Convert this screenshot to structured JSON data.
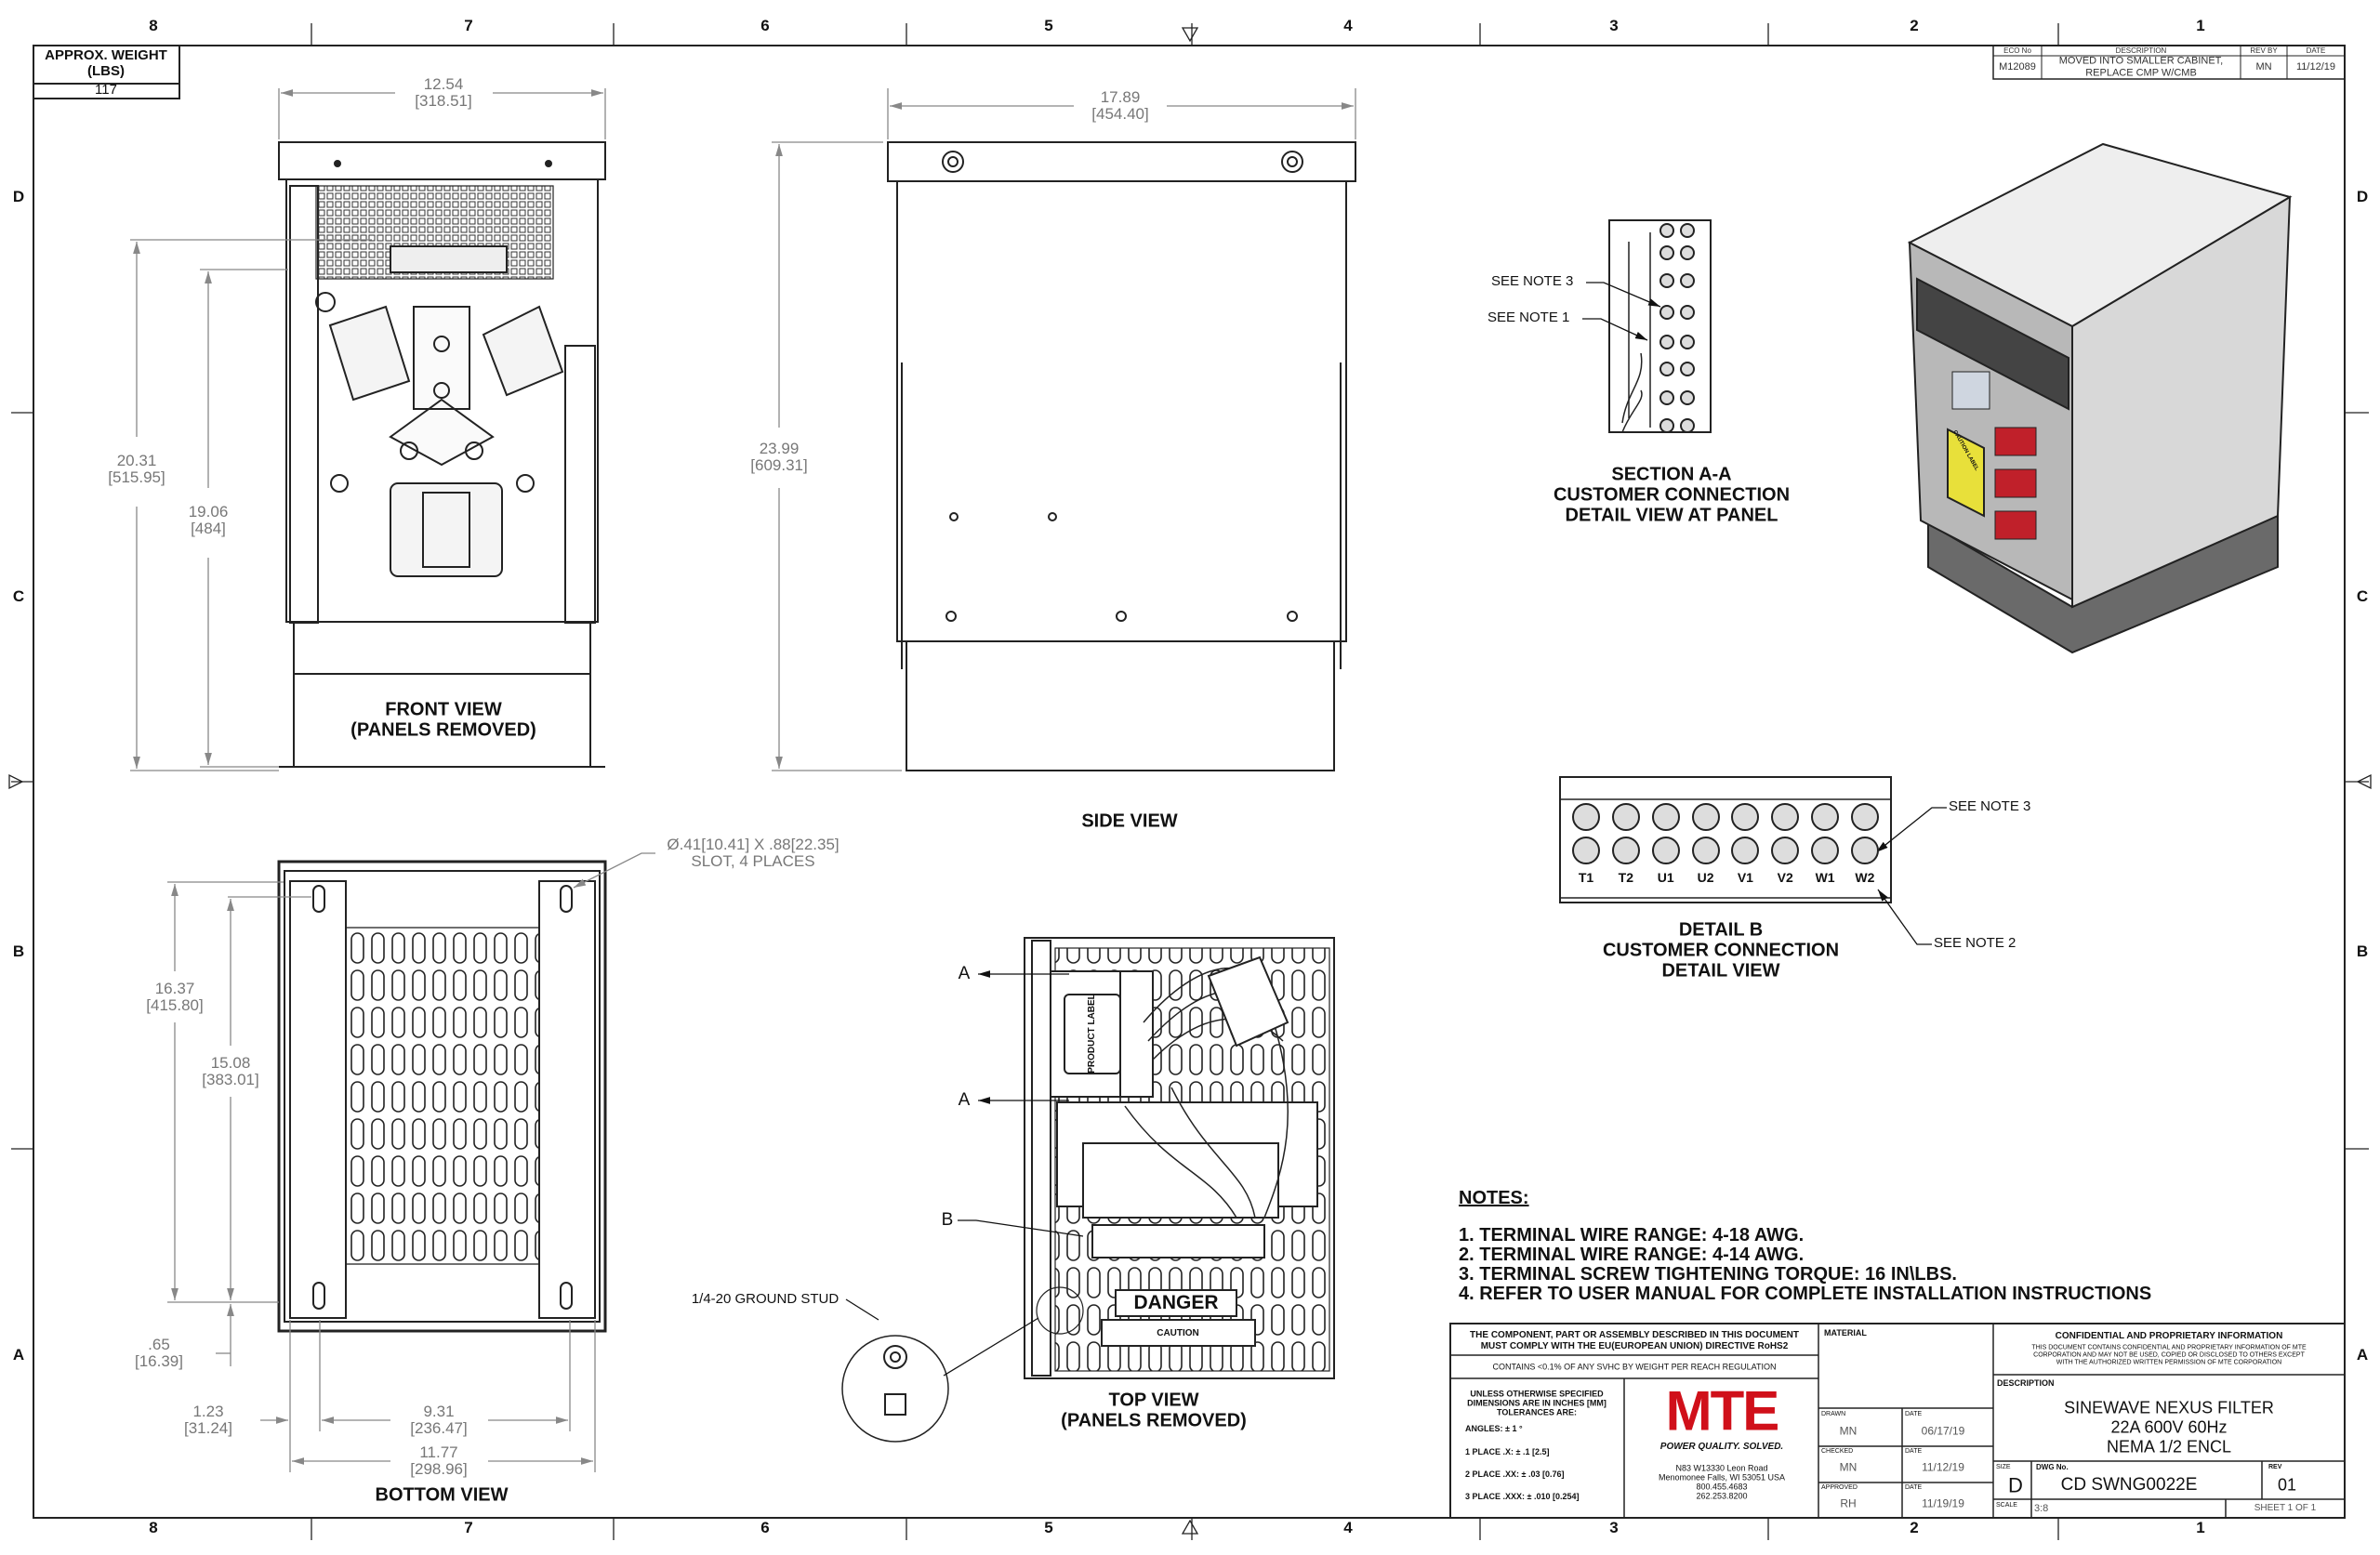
{
  "zones": {
    "columns": [
      "8",
      "7",
      "6",
      "5",
      "4",
      "3",
      "2",
      "1"
    ],
    "rows": [
      "D",
      "C",
      "B",
      "A"
    ]
  },
  "weight": {
    "label_line1": "APPROX. WEIGHT",
    "label_line2": "(LBS)",
    "value": "117"
  },
  "revision": {
    "headers": [
      "ECO No",
      "DESCRIPTION",
      "REV BY",
      "DATE"
    ],
    "row": {
      "eco": "M12089",
      "description_line1": "MOVED INTO SMALLER CABINET,",
      "description_line2": "REPLACE CMP W/CMB",
      "rev_by": "MN",
      "date": "11/12/19"
    }
  },
  "front_view": {
    "title_line1": "FRONT VIEW",
    "title_line2": "(PANELS REMOVED)",
    "dims": {
      "width": {
        "in": "12.54",
        "mm": "[318.51]"
      },
      "height": {
        "in": "20.31",
        "mm": "[515.95]"
      },
      "inner_height": {
        "in": "19.06",
        "mm": "[484]"
      }
    }
  },
  "side_view": {
    "title": "SIDE VIEW",
    "dims": {
      "depth": {
        "in": "17.89",
        "mm": "[454.40]"
      },
      "height": {
        "in": "23.99",
        "mm": "[609.31]"
      }
    }
  },
  "section_aa": {
    "title_line1": "SECTION A-A",
    "title_line2": "CUSTOMER CONNECTION",
    "title_line3": "DETAIL VIEW AT PANEL",
    "callouts": [
      "SEE NOTE 3",
      "SEE NOTE 1"
    ]
  },
  "iso_view": {
    "caution_label": "CAUTION LABEL"
  },
  "detail_b": {
    "title_line1": "DETAIL B",
    "title_line2": "CUSTOMER CONNECTION",
    "title_line3": "DETAIL VIEW",
    "terminals": [
      "T1",
      "T2",
      "U1",
      "U2",
      "V1",
      "V2",
      "W1",
      "W2"
    ],
    "callouts": [
      "SEE NOTE 3",
      "SEE NOTE 2"
    ]
  },
  "bottom_view": {
    "title": "BOTTOM VIEW",
    "slot_note_line1": "Ø.41[10.41] X .88[22.35]",
    "slot_note_line2": "SLOT, 4 PLACES",
    "dims": {
      "outer_depth": {
        "in": "16.37",
        "mm": "[415.80]"
      },
      "slot_depth": {
        "in": "15.08",
        "mm": "[383.01]"
      },
      "slot_offset_y": {
        "in": ".65",
        "mm": "[16.39]"
      },
      "slot_offset_x": {
        "in": "1.23",
        "mm": "[31.24]"
      },
      "slot_spacing": {
        "in": "9.31",
        "mm": "[236.47]"
      },
      "outer_width": {
        "in": "11.77",
        "mm": "[298.96]"
      }
    }
  },
  "top_view": {
    "title_line1": "TOP VIEW",
    "title_line2": "(PANELS REMOVED)",
    "section_marks": [
      "A",
      "A"
    ],
    "detail_mark": "B",
    "ground_stud": "1/4-20 GROUND STUD",
    "product_label": "PRODUCT LABEL",
    "danger": "DANGER",
    "caution": "CAUTION"
  },
  "notes": {
    "heading": "NOTES:",
    "items": [
      "1.  TERMINAL WIRE RANGE: 4-18 AWG.",
      "2.  TERMINAL WIRE RANGE: 4-14 AWG.",
      "3.  TERMINAL SCREW TIGHTENING TORQUE: 16 IN\\LBS.",
      "4.  REFER TO USER MANUAL FOR COMPLETE INSTALLATION INSTRUCTIONS"
    ]
  },
  "title_block": {
    "rohs_line1": "THE COMPONENT, PART OR ASSEMBLY DESCRIBED IN THIS DOCUMENT",
    "rohs_line2": "MUST COMPLY WITH THE EU(EUROPEAN UNION) DIRECTIVE RoHS2",
    "svhc": "CONTAINS <0.1% OF ANY SVHC BY WEIGHT PER REACH REGULATION",
    "tolerance_line1": "UNLESS OTHERWISE SPECIFIED",
    "tolerance_line2": "DIMENSIONS ARE IN INCHES [MM]",
    "tolerance_line3": "TOLERANCES ARE:",
    "angles": "ANGLES: ± 1 °",
    "place1": "1 PLACE .X: ± .1 [2.5]",
    "place2": "2 PLACE .XX: ± .03 [0.76]",
    "place3": "3 PLACE .XXX: ± .010 [0.254]",
    "logo": "MTE",
    "tagline": "POWER QUALITY. SOLVED.",
    "address_line1": "N83 W13330 Leon Road",
    "address_line2": "Menomonee Falls, WI 53051 USA",
    "phone1": "800.455.4683",
    "phone2": "262.253.8200",
    "material_label": "MATERIAL",
    "drawn_label": "DRAWN",
    "drawn_by": "MN",
    "drawn_date_label": "DATE",
    "drawn_date": "06/17/19",
    "checked_label": "CHECKED",
    "checked_by": "MN",
    "checked_date_label": "DATE",
    "checked_date": "11/12/19",
    "approved_label": "APPROVED",
    "approved_by": "RH",
    "approved_date_label": "DATE",
    "approved_date": "11/19/19",
    "confidential_title": "CONFIDENTIAL AND PROPRIETARY INFORMATION",
    "confidential_line1": "THIS DOCUMENT CONTAINS CONFIDENTIAL AND PROPRIETARY INFORMATION OF MTE",
    "confidential_line2": "CORPORATION AND MAY NOT BE USED, COPIED OR DISCLOSED TO OTHERS EXCEPT",
    "confidential_line3": "WITH THE AUTHORIZED WRITTEN PERMISSION OF MTE CORPORATION",
    "description_label": "DESCRIPTION",
    "description_line1": "SINEWAVE NEXUS FILTER",
    "description_line2": "22A 600V 60Hz",
    "description_line3": "NEMA 1/2 ENCL",
    "size_label": "SIZE",
    "size": "D",
    "dwg_label": "DWG No.",
    "dwg_no": "CD SWNG0022E",
    "rev_label": "REV",
    "rev": "01",
    "scale_label": "SCALE",
    "scale": "3:8",
    "sheet": "SHEET 1  OF 1"
  },
  "colors": {
    "logo_red": "#d0101a",
    "line": "#222222",
    "dim": "#777777",
    "caution_yellow": "#e8e03a"
  }
}
